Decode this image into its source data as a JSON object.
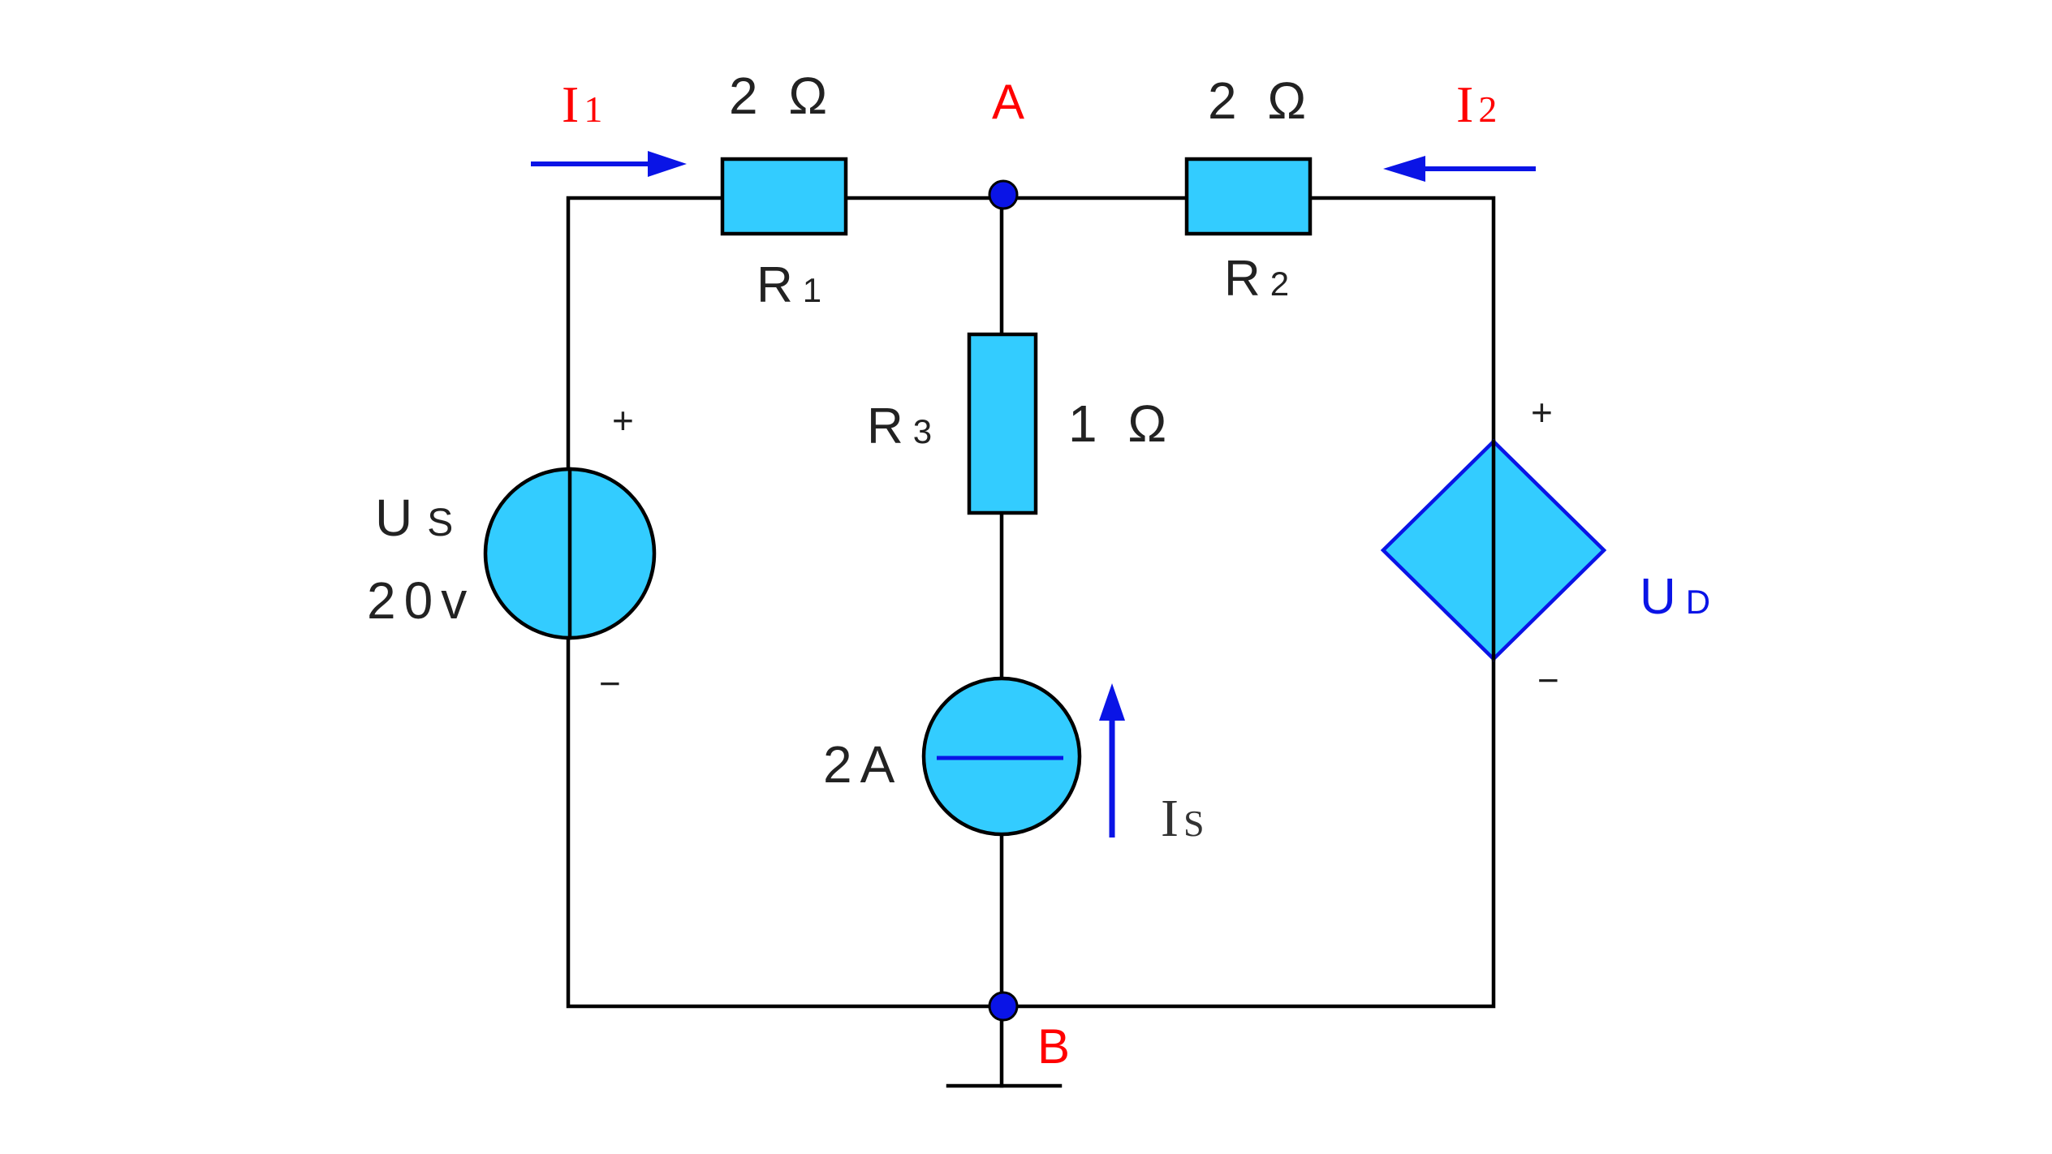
{
  "colors": {
    "wire": "#000000",
    "component_fill": "#33ccff",
    "arrow": "#0a14e6",
    "node_label": "#ff0000",
    "node_dot": "#0a14e6",
    "dependent_label": "#0a14e6",
    "text": "#222222"
  },
  "currents": {
    "i1": {
      "main": "I",
      "sub": "1"
    },
    "i2": {
      "main": "I",
      "sub": "2"
    },
    "is": {
      "main": "I",
      "sub": "S"
    }
  },
  "nodes": {
    "a": "A",
    "b": "B"
  },
  "resistors": {
    "r1": {
      "name": "R",
      "sub": "1",
      "value": "2 Ω"
    },
    "r2": {
      "name": "R",
      "sub": "2",
      "value": "2 Ω"
    },
    "r3": {
      "name": "R",
      "sub": "3",
      "value": "1 Ω"
    }
  },
  "voltage_source": {
    "name": "U",
    "sub": "S",
    "value": "20v",
    "plus": "+",
    "minus": "−"
  },
  "current_source": {
    "value": "2A"
  },
  "dependent_source": {
    "name": "U",
    "sub": "D",
    "plus": "+",
    "minus": "−"
  }
}
